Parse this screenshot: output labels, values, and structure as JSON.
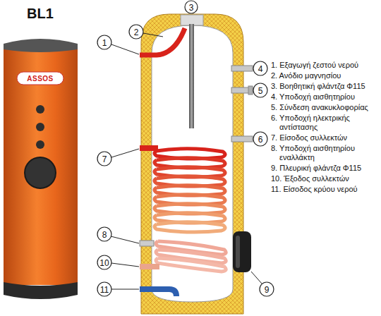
{
  "diagram": {
    "title": "BL1",
    "labels": [
      "ASSOS",
      "1",
      "2",
      "3",
      "4",
      "5",
      "6",
      "7",
      "8",
      "9",
      "10",
      "11",
      "1. Εξαγωγή ζεστού νερού",
      "2. Ανόδιο μαγνησίου",
      "3. Βοηθητική φλάντζα Φ115",
      "4. Υποδοχή αισθητηρίου",
      "5. Σύνδεση ανακυκλοφορίας",
      "6. Υποδοχή ηλεκτρικής αντίστασης",
      "7. Είσοδος συλλεκτών",
      "8. Υποδοχή αισθητηρίου εναλλάκτη",
      "9. Πλευρική φλάντζα Φ115",
      "10. Έξοδος συλλεκτών",
      "11. Είσοδος κρύου νερού"
    ]
  }
}
